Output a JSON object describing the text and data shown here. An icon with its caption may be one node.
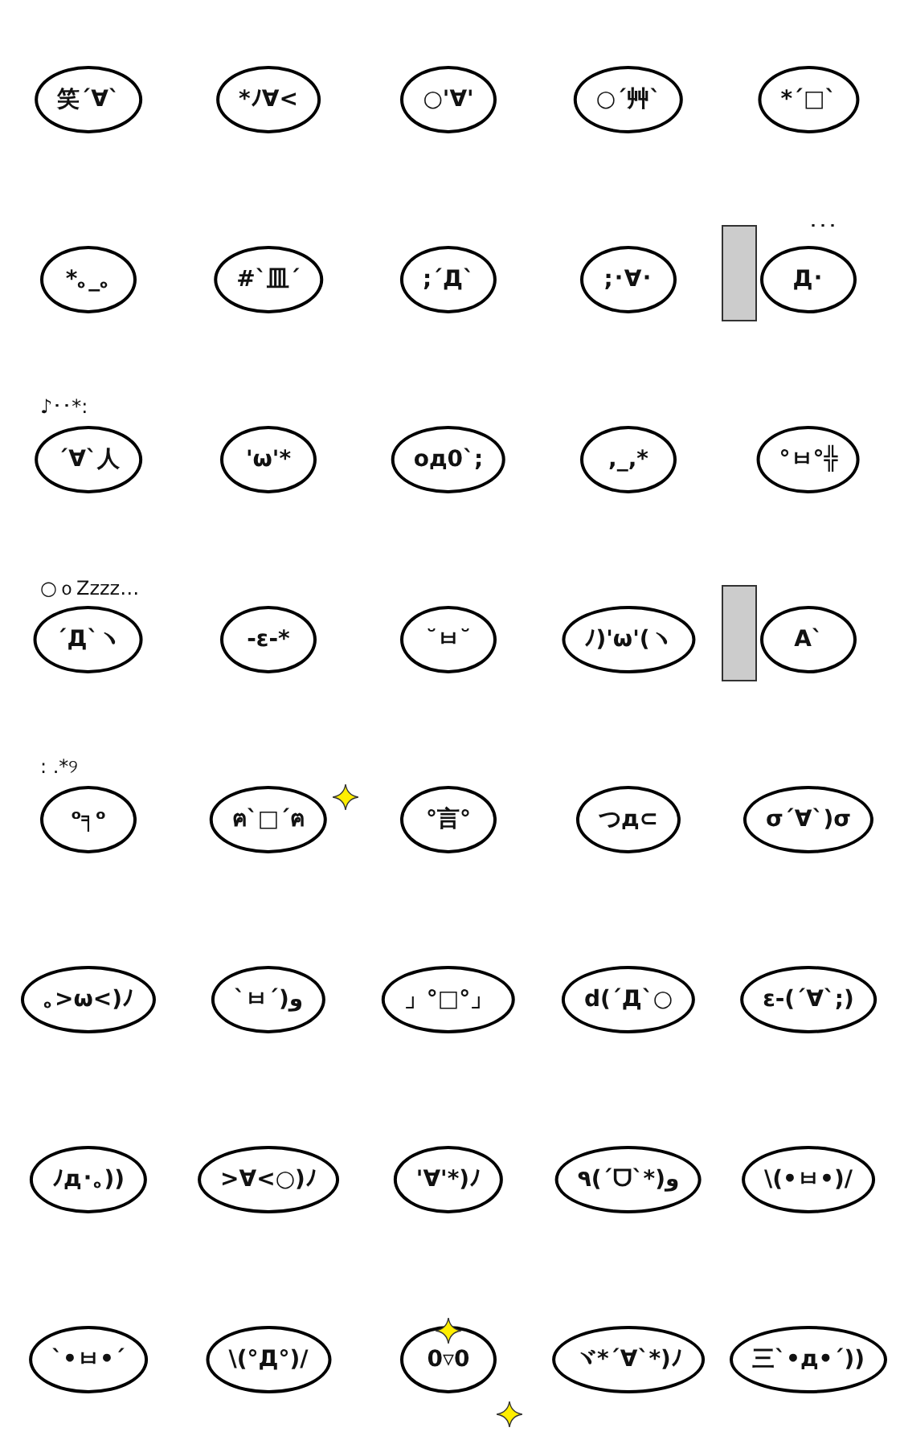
{
  "diagram": {
    "nodes": [
      {
        "text": [
          "笑´∀`"
        ]
      },
      {
        "text": [
          "*ﾉ∀<"
        ]
      },
      {
        "text": [
          "○'∀'"
        ]
      },
      {
        "text": [
          "○´艸`"
        ]
      },
      {
        "text": [
          "*´□`"
        ]
      },
      {
        "text": [
          "*｡_｡"
        ]
      },
      {
        "text": [
          "#`皿´"
        ]
      },
      {
        "text": [
          ";´Д`"
        ]
      },
      {
        "text": [
          ";･∀･"
        ]
      },
      {
        "text": [
          "Д･"
        ],
        "beside": [
          "･･･"
        ]
      },
      {
        "text": [
          "´∀`人"
        ],
        "beside": [
          "♪･･*:"
        ]
      },
      {
        "text": [
          "'ω'*"
        ]
      },
      {
        "text": [
          "oд0`;"
        ]
      },
      {
        "text": [
          ",_,*"
        ]
      },
      {
        "text": [
          "°ㅂ°╬"
        ]
      },
      {
        "text": [
          "´Д`ヽ"
        ],
        "beside": [
          "○ｏZzzz…"
        ]
      },
      {
        "text": [
          "-ε-*"
        ]
      },
      {
        "text": [
          "˘ㅂ˘"
        ]
      },
      {
        "text": [
          "ﾉ)'ω'(ヽ"
        ]
      },
      {
        "text": [
          "A`"
        ]
      },
      {
        "text": [
          "ᵒ╕ᵒ"
        ],
        "beside": [
          ": .*୨"
        ]
      },
      {
        "text": [
          "ฅ`□´ฅ"
        ]
      },
      {
        "text": [
          "°言°"
        ]
      },
      {
        "text": [
          "つд⊂"
        ]
      },
      {
        "text": [
          "σ´∀`)σ"
        ]
      },
      {
        "text": [
          "｡>ω<)ﾉ"
        ]
      },
      {
        "text": [
          "`ㅂ´)و"
        ]
      },
      {
        "text": [
          "」°□°」"
        ]
      },
      {
        "text": [
          "d(´Д`○"
        ]
      },
      {
        "text": [
          "ε-(´∀`;)"
        ]
      },
      {
        "text": [
          "ﾉд･｡))"
        ]
      },
      {
        "text": [
          ">∀<○)ﾉ"
        ]
      },
      {
        "text": [
          "'∀'*)ﾉ"
        ]
      },
      {
        "text": [
          "٩(´ᗜ`*)و"
        ]
      },
      {
        "text": [
          "\\(•ㅂ•)/"
        ]
      },
      {
        "text": [
          "`•ㅂ•´"
        ]
      },
      {
        "text": [
          "\\(°Д°)/"
        ]
      },
      {
        "text": [
          "0▿0"
        ]
      },
      {
        "text": [
          "ヾ*´∀`*)ﾉ"
        ]
      },
      {
        "text": [
          "三`•д•´))"
        ]
      }
    ]
  }
}
